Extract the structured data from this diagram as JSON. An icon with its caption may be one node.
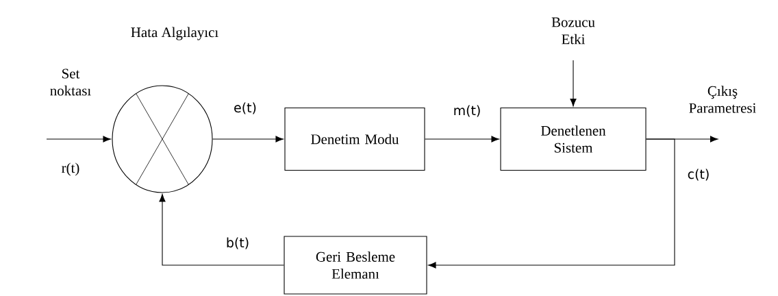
{
  "diagram": {
    "nodes": [
      {
        "text": [
          "Hata Algılayıcı"
        ]
      },
      {
        "text": [
          "Denetim Modu"
        ]
      },
      {
        "text": [
          "Denetlenen Sistem"
        ]
      },
      {
        "text": [
          "Geri Besleme Elemanı"
        ]
      }
    ],
    "edges": [
      {
        "from": null,
        "to": 0,
        "arrow": "to",
        "label": "r(t)"
      },
      {
        "from": 0,
        "to": 1,
        "arrow": "to",
        "label": "e(t)"
      },
      {
        "from": 1,
        "to": 2,
        "arrow": "to",
        "label": "m(t)"
      },
      {
        "from": null,
        "to": 2,
        "arrow": "to",
        "label": "Bozucu Etki"
      },
      {
        "from": 2,
        "to": null,
        "arrow": "to",
        "label": "c(t)"
      },
      {
        "from": 2,
        "to": 3,
        "arrow": "to"
      },
      {
        "from": 3,
        "to": 0,
        "arrow": "to",
        "label": "b(t)"
      }
    ],
    "labels": [
      "Set noktası",
      "Çıkış Parametresi"
    ]
  }
}
